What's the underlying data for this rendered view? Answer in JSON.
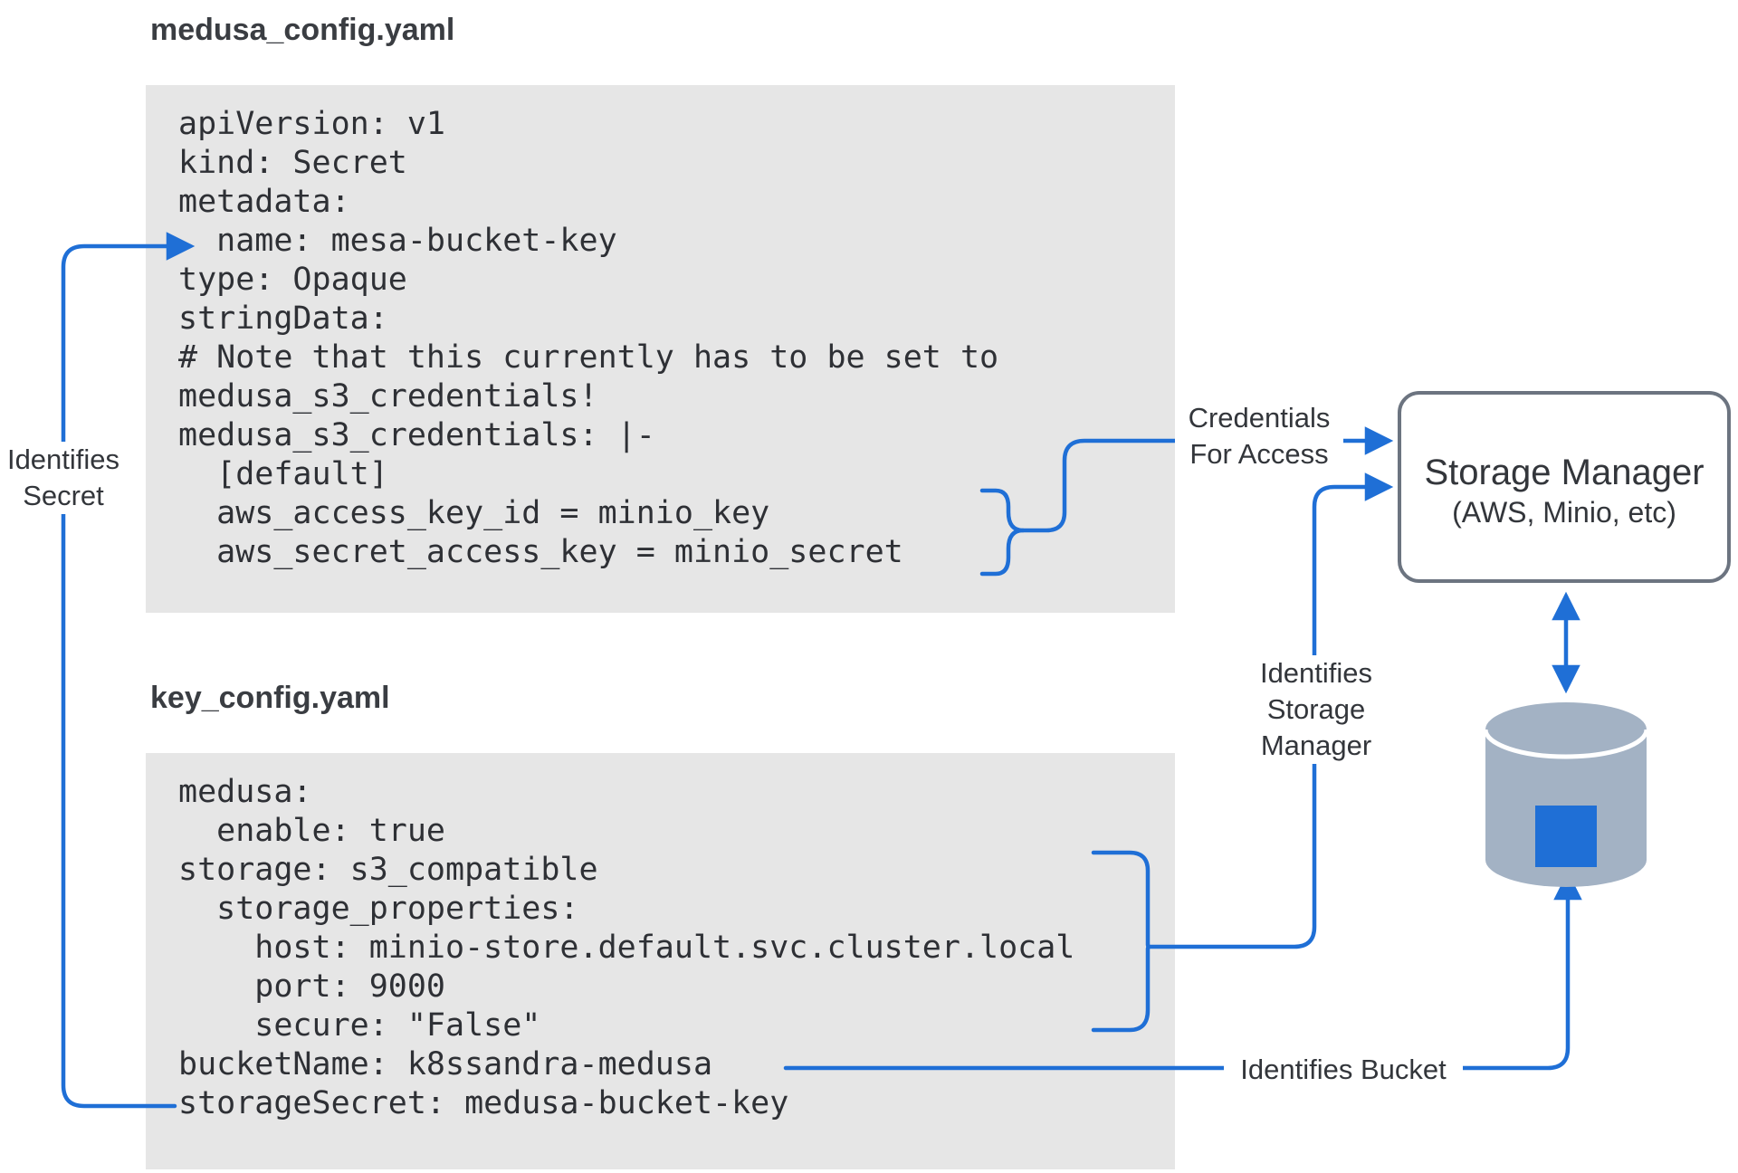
{
  "colors": {
    "arrow": "#1f6fd6",
    "panel": "#e6e6e6",
    "box_border": "#6c7480",
    "db_body": "#a3b2c4",
    "db_block": "#1f6fd6"
  },
  "files": {
    "secret": {
      "title": "medusa_config.yaml",
      "lines": [
        "apiVersion: v1",
        "kind: Secret",
        "metadata:",
        "  name: mesa-bucket-key",
        "type: Opaque",
        "stringData:",
        "# Note that this currently has to be set to",
        "medusa_s3_credentials!",
        "medusa_s3_credentials: |-",
        "  [default]",
        "  aws_access_key_id = minio_key",
        "  aws_secret_access_key = minio_secret"
      ]
    },
    "key": {
      "title": "key_config.yaml",
      "lines": [
        "medusa:",
        "  enable: true",
        "storage: s3_compatible",
        "  storage_properties:",
        "    host: minio-store.default.svc.cluster.local",
        "    port: 9000",
        "    secure: \"False\"",
        "bucketName: k8ssandra-medusa",
        "storageSecret: medusa-bucket-key"
      ]
    }
  },
  "annotations": {
    "identifies_secret": [
      "Identifies",
      "Secret"
    ],
    "credentials_for_access": [
      "Credentials",
      "For Access"
    ],
    "identifies_storage_manager": [
      "Identifies",
      "Storage",
      "Manager"
    ],
    "identifies_bucket": [
      "Identifies Bucket"
    ]
  },
  "storage_manager": {
    "title": "Storage Manager",
    "subtitle": "(AWS, Minio, etc)"
  },
  "icons": {
    "database": "database-cylinder-icon"
  }
}
